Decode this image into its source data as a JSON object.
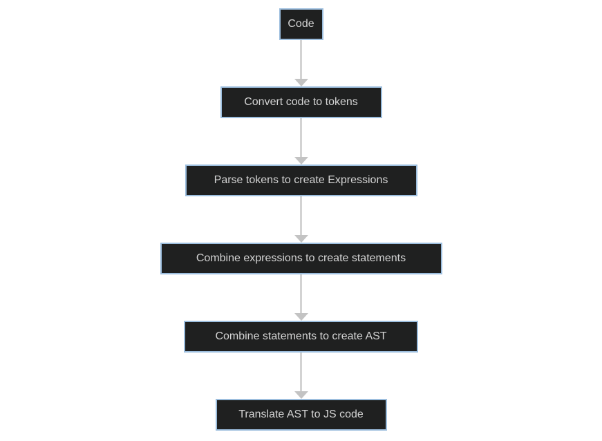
{
  "flowchart": {
    "type": "flowchart",
    "direction": "top-down",
    "nodes": [
      {
        "label": "Code"
      },
      {
        "label": "Convert code to tokens"
      },
      {
        "label": "Parse tokens to create Expressions"
      },
      {
        "label": "Combine expressions to create statements"
      },
      {
        "label": "Combine statements to create AST"
      },
      {
        "label": "Translate AST to JS code"
      }
    ],
    "edges": [
      {
        "from": 0,
        "to": 1
      },
      {
        "from": 1,
        "to": 2
      },
      {
        "from": 2,
        "to": 3
      },
      {
        "from": 3,
        "to": 4
      },
      {
        "from": 4,
        "to": 5
      }
    ],
    "colors": {
      "node_fill": "#1f2020",
      "node_border": "#9cbede",
      "node_text": "#d4d4d4",
      "arrow_line": "#d3d3d3",
      "arrow_head": "#c3c3c3",
      "background": "#ffffff"
    }
  }
}
